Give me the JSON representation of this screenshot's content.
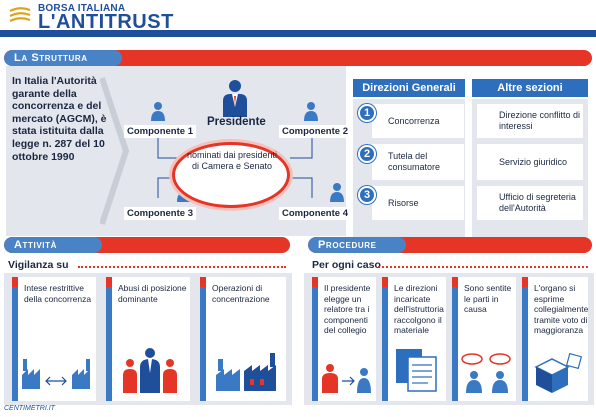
{
  "header": {
    "brand": "BORSA ITALIANA",
    "title": "L'ANTITRUST"
  },
  "colors": {
    "blue": "#2d6fbd",
    "red": "#e53527",
    "panel": "#e3e6ec",
    "navy": "#1f4e9b"
  },
  "struttura": {
    "section_title": "La Struttura",
    "intro": "In Italia l'Autorità garante della concorrenza e del mercato (AGCM), è stata istituita dalla legge n. 287 del 10 ottobre 1990",
    "presidente": "Presidente",
    "componenti": [
      "Componente 1",
      "Componente 2",
      "Componente 3",
      "Componente 4"
    ],
    "ellipse_text": "nominati dai presidenti di Camera e Senato"
  },
  "direzioni": {
    "header": "Direzioni Generali",
    "items": [
      {
        "num": "1",
        "label": "Concorrenza"
      },
      {
        "num": "2",
        "label": "Tutela del consumatore"
      },
      {
        "num": "3",
        "label": "Risorse"
      }
    ]
  },
  "altre": {
    "header": "Altre sezioni",
    "items": [
      "Direzione conflitto di interessi",
      "Servizio giuridico",
      "Ufficio di segreteria dell'Autorità"
    ]
  },
  "attivita": {
    "section_title": "Attività",
    "subhead": "Vigilanza su",
    "cards": [
      "Intese restrittive della concorrenza",
      "Abusi di posizione dominante",
      "Operazioni di concentrazione"
    ]
  },
  "procedure": {
    "section_title": "Procedure",
    "subhead": "Per ogni caso",
    "cards": [
      "Il presidente elegge un relatore tra i componenti del collegio",
      "Le direzioni incaricate dell'istruttoria raccolgono il materiale",
      "Sono sentite le parti in causa",
      "L'organo si esprime collegialmente tramite voto di maggioranza"
    ]
  },
  "footer": {
    "credit": "CENTIMETRI.IT"
  }
}
